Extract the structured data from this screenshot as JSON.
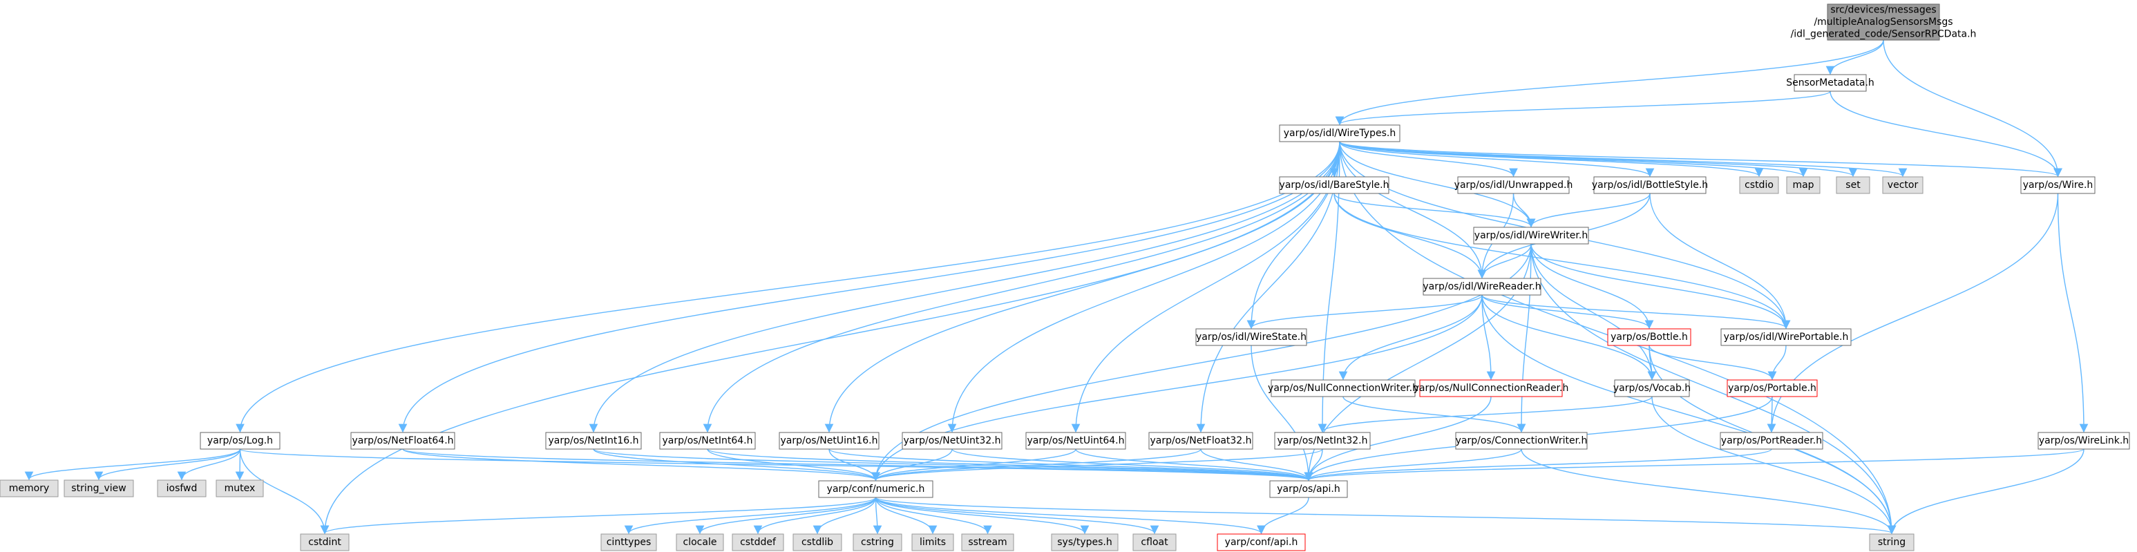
{
  "colors": {
    "edge": "#63b8ff",
    "node_fill": "#ffffff",
    "node_border": "#666666",
    "root_fill": "#999999",
    "root_border": "#666666",
    "external_fill": "#e0e0e0",
    "external_border": "#999999",
    "truncated_border": "#ff0000"
  },
  "graph": {
    "root": {
      "id": "root",
      "lines": [
        "src/devices/messages",
        "/multipleAnalogSensorsMsgs",
        "/idl_generated_code/SensorRPCData.h"
      ]
    },
    "nodes": [
      {
        "id": "SensorMetadata",
        "label": "SensorMetadata.h",
        "kind": "normal"
      },
      {
        "id": "WireTypes",
        "label": "yarp/os/idl/WireTypes.h",
        "kind": "normal"
      },
      {
        "id": "Wire",
        "label": "yarp/os/Wire.h",
        "kind": "normal"
      },
      {
        "id": "cstdio",
        "label": "cstdio",
        "kind": "external"
      },
      {
        "id": "map",
        "label": "map",
        "kind": "external"
      },
      {
        "id": "set",
        "label": "set",
        "kind": "external"
      },
      {
        "id": "vector",
        "label": "vector",
        "kind": "external"
      },
      {
        "id": "BareStyle",
        "label": "yarp/os/idl/BareStyle.h",
        "kind": "normal"
      },
      {
        "id": "Unwrapped",
        "label": "yarp/os/idl/Unwrapped.h",
        "kind": "normal"
      },
      {
        "id": "BottleStyle",
        "label": "yarp/os/idl/BottleStyle.h",
        "kind": "normal"
      },
      {
        "id": "WireWriter",
        "label": "yarp/os/idl/WireWriter.h",
        "kind": "normal"
      },
      {
        "id": "WireReader",
        "label": "yarp/os/idl/WireReader.h",
        "kind": "normal"
      },
      {
        "id": "WirePortable",
        "label": "yarp/os/idl/WirePortable.h",
        "kind": "normal"
      },
      {
        "id": "WireState",
        "label": "yarp/os/idl/WireState.h",
        "kind": "normal"
      },
      {
        "id": "Bottle",
        "label": "yarp/os/Bottle.h",
        "kind": "truncated"
      },
      {
        "id": "NullConnectionWriter",
        "label": "yarp/os/NullConnectionWriter.h",
        "kind": "normal"
      },
      {
        "id": "NullConnectionReader",
        "label": "yarp/os/NullConnectionReader.h",
        "kind": "truncated"
      },
      {
        "id": "Vocab",
        "label": "yarp/os/Vocab.h",
        "kind": "normal"
      },
      {
        "id": "Portable",
        "label": "yarp/os/Portable.h",
        "kind": "truncated"
      },
      {
        "id": "Log",
        "label": "yarp/os/Log.h",
        "kind": "normal"
      },
      {
        "id": "NetFloat64",
        "label": "yarp/os/NetFloat64.h",
        "kind": "normal"
      },
      {
        "id": "NetInt16",
        "label": "yarp/os/NetInt16.h",
        "kind": "normal"
      },
      {
        "id": "NetInt64",
        "label": "yarp/os/NetInt64.h",
        "kind": "normal"
      },
      {
        "id": "NetUint16",
        "label": "yarp/os/NetUint16.h",
        "kind": "normal"
      },
      {
        "id": "NetUint32",
        "label": "yarp/os/NetUint32.h",
        "kind": "normal"
      },
      {
        "id": "NetUint64",
        "label": "yarp/os/NetUint64.h",
        "kind": "normal"
      },
      {
        "id": "NetFloat32",
        "label": "yarp/os/NetFloat32.h",
        "kind": "normal"
      },
      {
        "id": "NetInt32",
        "label": "yarp/os/NetInt32.h",
        "kind": "normal"
      },
      {
        "id": "ConnectionWriter",
        "label": "yarp/os/ConnectionWriter.h",
        "kind": "normal"
      },
      {
        "id": "PortReader",
        "label": "yarp/os/PortReader.h",
        "kind": "normal"
      },
      {
        "id": "WireLink",
        "label": "yarp/os/WireLink.h",
        "kind": "normal"
      },
      {
        "id": "memory",
        "label": "memory",
        "kind": "external"
      },
      {
        "id": "string_view",
        "label": "string_view",
        "kind": "external"
      },
      {
        "id": "iosfwd",
        "label": "iosfwd",
        "kind": "external"
      },
      {
        "id": "mutex",
        "label": "mutex",
        "kind": "external"
      },
      {
        "id": "numeric",
        "label": "yarp/conf/numeric.h",
        "kind": "normal"
      },
      {
        "id": "api",
        "label": "yarp/os/api.h",
        "kind": "normal"
      },
      {
        "id": "cstdint",
        "label": "cstdint",
        "kind": "external"
      },
      {
        "id": "cinttypes",
        "label": "cinttypes",
        "kind": "external"
      },
      {
        "id": "clocale",
        "label": "clocale",
        "kind": "external"
      },
      {
        "id": "cstddef",
        "label": "cstddef",
        "kind": "external"
      },
      {
        "id": "cstdlib",
        "label": "cstdlib",
        "kind": "external"
      },
      {
        "id": "cstring",
        "label": "cstring",
        "kind": "external"
      },
      {
        "id": "limits",
        "label": "limits",
        "kind": "external"
      },
      {
        "id": "sstream",
        "label": "sstream",
        "kind": "external"
      },
      {
        "id": "systypes",
        "label": "sys/types.h",
        "kind": "external"
      },
      {
        "id": "cfloat",
        "label": "cfloat",
        "kind": "external"
      },
      {
        "id": "confapi",
        "label": "yarp/conf/api.h",
        "kind": "truncated"
      },
      {
        "id": "string",
        "label": "string",
        "kind": "external"
      }
    ],
    "edges": [
      [
        "root",
        "SensorMetadata"
      ],
      [
        "root",
        "WireTypes"
      ],
      [
        "root",
        "Wire"
      ],
      [
        "SensorMetadata",
        "WireTypes"
      ],
      [
        "SensorMetadata",
        "Wire"
      ],
      [
        "WireTypes",
        "Wire"
      ],
      [
        "WireTypes",
        "cstdio"
      ],
      [
        "WireTypes",
        "map"
      ],
      [
        "WireTypes",
        "set"
      ],
      [
        "WireTypes",
        "vector"
      ],
      [
        "WireTypes",
        "BareStyle"
      ],
      [
        "WireTypes",
        "Unwrapped"
      ],
      [
        "WireTypes",
        "BottleStyle"
      ],
      [
        "WireTypes",
        "WireWriter"
      ],
      [
        "WireTypes",
        "WireReader"
      ],
      [
        "WireTypes",
        "WirePortable"
      ],
      [
        "WireTypes",
        "WireState"
      ],
      [
        "WireTypes",
        "Log"
      ],
      [
        "WireTypes",
        "NetFloat64"
      ],
      [
        "WireTypes",
        "NetInt16"
      ],
      [
        "WireTypes",
        "NetInt64"
      ],
      [
        "WireTypes",
        "NetUint16"
      ],
      [
        "WireTypes",
        "NetUint32"
      ],
      [
        "WireTypes",
        "NetUint64"
      ],
      [
        "WireTypes",
        "NetFloat32"
      ],
      [
        "WireTypes",
        "NetInt32"
      ],
      [
        "WireTypes",
        "cstdint"
      ],
      [
        "WireTypes",
        "string"
      ],
      [
        "BareStyle",
        "WireWriter"
      ],
      [
        "BareStyle",
        "WireReader"
      ],
      [
        "BareStyle",
        "WirePortable"
      ],
      [
        "Unwrapped",
        "WireWriter"
      ],
      [
        "Unwrapped",
        "WireReader"
      ],
      [
        "BottleStyle",
        "WireWriter"
      ],
      [
        "BottleStyle",
        "WireReader"
      ],
      [
        "BottleStyle",
        "WirePortable"
      ],
      [
        "WireWriter",
        "WireReader"
      ],
      [
        "WireWriter",
        "WirePortable"
      ],
      [
        "WireWriter",
        "Bottle"
      ],
      [
        "WireWriter",
        "Vocab"
      ],
      [
        "WireWriter",
        "ConnectionWriter"
      ],
      [
        "WireWriter",
        "numeric"
      ],
      [
        "WireWriter",
        "api"
      ],
      [
        "WireWriter",
        "string"
      ],
      [
        "WireReader",
        "WirePortable"
      ],
      [
        "WireReader",
        "WireState"
      ],
      [
        "WireReader",
        "Bottle"
      ],
      [
        "WireReader",
        "NullConnectionWriter"
      ],
      [
        "WireReader",
        "NullConnectionReader"
      ],
      [
        "WireReader",
        "Vocab"
      ],
      [
        "WireReader",
        "numeric"
      ],
      [
        "WireReader",
        "string"
      ],
      [
        "WirePortable",
        "Portable"
      ],
      [
        "WireState",
        "api"
      ],
      [
        "Bottle",
        "Vocab"
      ],
      [
        "Bottle",
        "Portable"
      ],
      [
        "Bottle",
        "string"
      ],
      [
        "NullConnectionWriter",
        "ConnectionWriter"
      ],
      [
        "NullConnectionReader",
        "api"
      ],
      [
        "Vocab",
        "NetInt32"
      ],
      [
        "Vocab",
        "string"
      ],
      [
        "Portable",
        "PortReader"
      ],
      [
        "Portable",
        "api"
      ],
      [
        "Wire",
        "PortReader"
      ],
      [
        "Wire",
        "WireLink"
      ],
      [
        "Log",
        "memory"
      ],
      [
        "Log",
        "string_view"
      ],
      [
        "Log",
        "iosfwd"
      ],
      [
        "Log",
        "mutex"
      ],
      [
        "Log",
        "cstdint"
      ],
      [
        "Log",
        "api"
      ],
      [
        "NetFloat64",
        "numeric"
      ],
      [
        "NetFloat64",
        "api"
      ],
      [
        "NetInt16",
        "numeric"
      ],
      [
        "NetInt16",
        "api"
      ],
      [
        "NetInt64",
        "numeric"
      ],
      [
        "NetInt64",
        "api"
      ],
      [
        "NetUint16",
        "numeric"
      ],
      [
        "NetUint16",
        "api"
      ],
      [
        "NetUint32",
        "numeric"
      ],
      [
        "NetUint32",
        "api"
      ],
      [
        "NetUint64",
        "numeric"
      ],
      [
        "NetUint64",
        "api"
      ],
      [
        "NetFloat32",
        "numeric"
      ],
      [
        "NetFloat32",
        "api"
      ],
      [
        "NetInt32",
        "numeric"
      ],
      [
        "NetInt32",
        "api"
      ],
      [
        "ConnectionWriter",
        "api"
      ],
      [
        "ConnectionWriter",
        "string"
      ],
      [
        "PortReader",
        "api"
      ],
      [
        "WireLink",
        "api"
      ],
      [
        "WireLink",
        "string"
      ],
      [
        "api",
        "confapi"
      ],
      [
        "numeric",
        "cstdint"
      ],
      [
        "numeric",
        "cinttypes"
      ],
      [
        "numeric",
        "clocale"
      ],
      [
        "numeric",
        "cstddef"
      ],
      [
        "numeric",
        "cstdlib"
      ],
      [
        "numeric",
        "cstring"
      ],
      [
        "numeric",
        "limits"
      ],
      [
        "numeric",
        "sstream"
      ],
      [
        "numeric",
        "systypes"
      ],
      [
        "numeric",
        "cfloat"
      ],
      [
        "numeric",
        "confapi"
      ],
      [
        "numeric",
        "string"
      ]
    ]
  }
}
